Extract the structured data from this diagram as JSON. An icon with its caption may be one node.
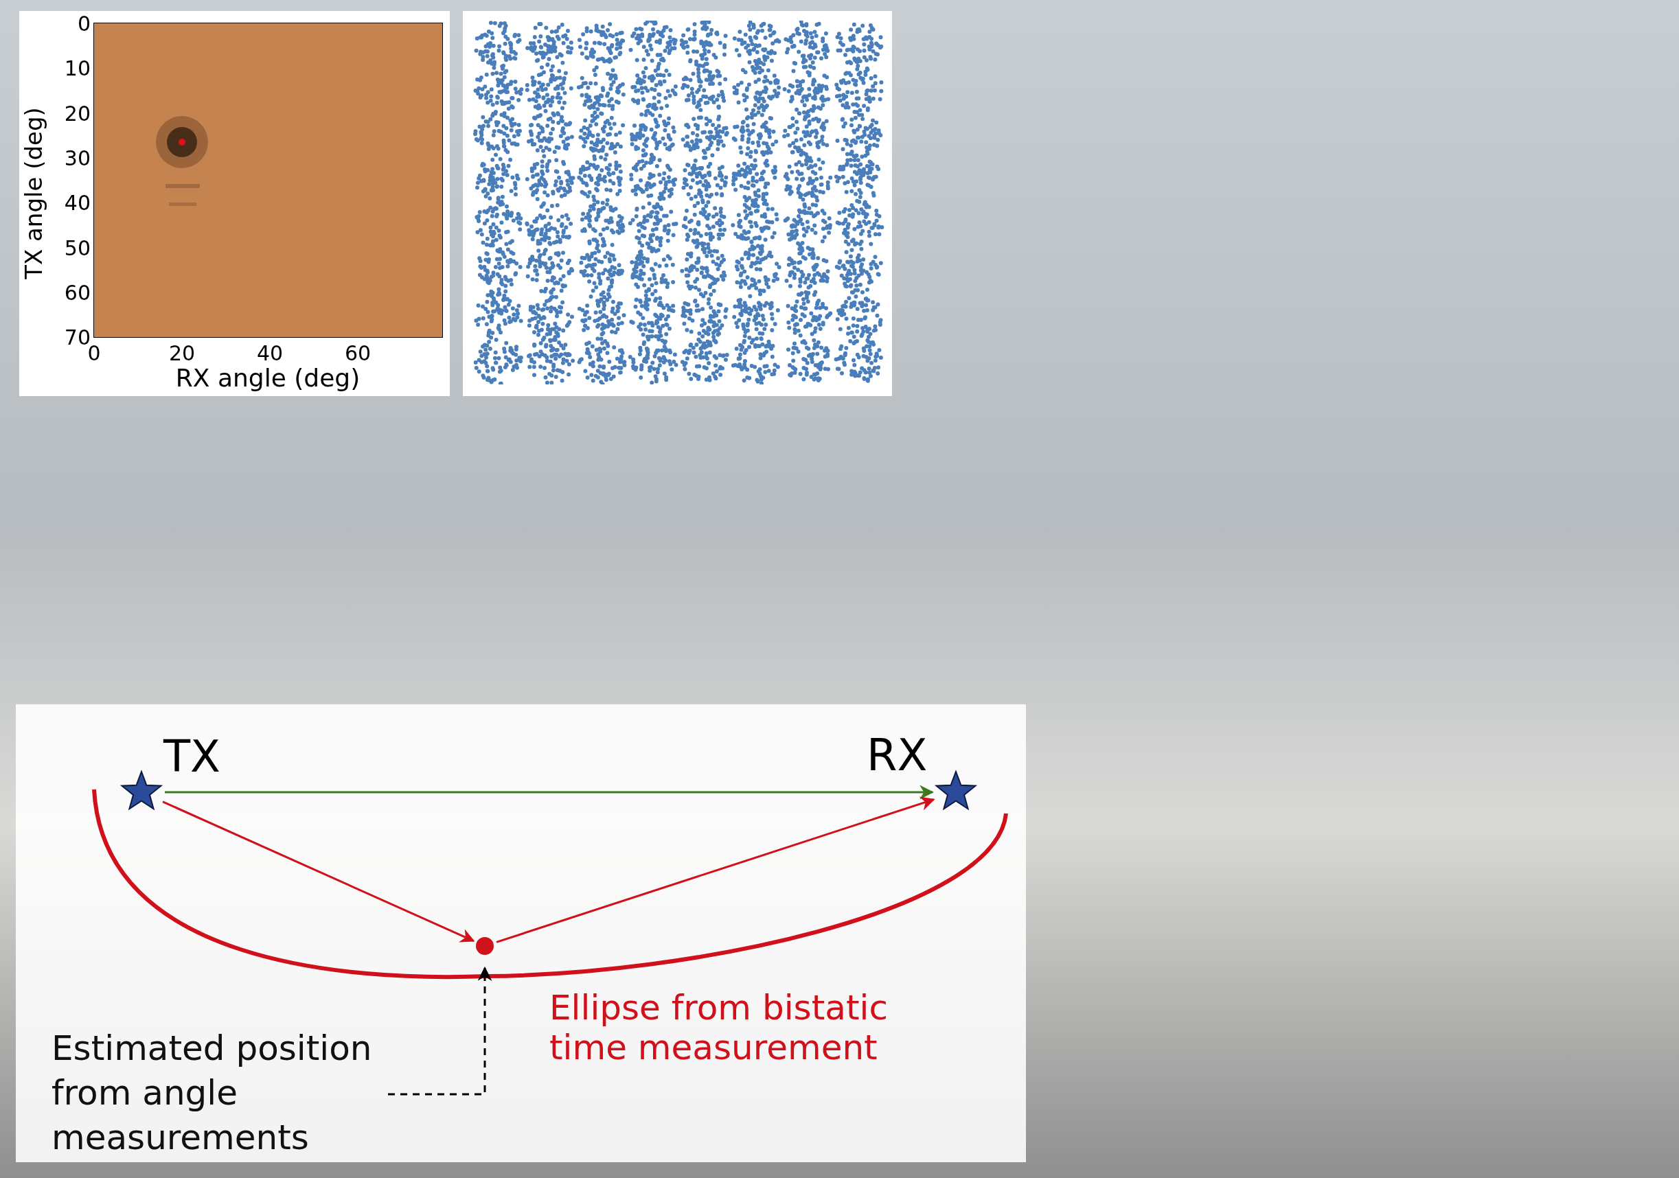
{
  "diagram": {
    "nodes": [
      {
        "text": [],
        "shape": "star",
        "beside": [
          "TX"
        ]
      },
      {
        "text": [],
        "shape": "star",
        "beside": [
          "RX"
        ]
      },
      {
        "text": [],
        "shape": "circle"
      },
      {
        "text": [
          "Estimated position from angle measurements"
        ]
      }
    ],
    "edges": [
      {
        "from": 0,
        "to": 1,
        "arrow": "to",
        "color": "#3d7a1f"
      },
      {
        "from": 0,
        "to": 2,
        "arrow": "to"
      },
      {
        "from": 2,
        "to": 1,
        "arrow": "to"
      },
      {
        "from": 3,
        "to": 2,
        "arrow": "to",
        "style": "dashed",
        "color": "#000000"
      }
    ],
    "labels": [
      "0",
      "10",
      "20",
      "30",
      "40",
      "50",
      "60",
      "70",
      "0",
      "20",
      "40",
      "60",
      "TX angle (deg)",
      "RX angle (deg)",
      "Ellipse from bistatic time measurement"
    ]
  }
}
